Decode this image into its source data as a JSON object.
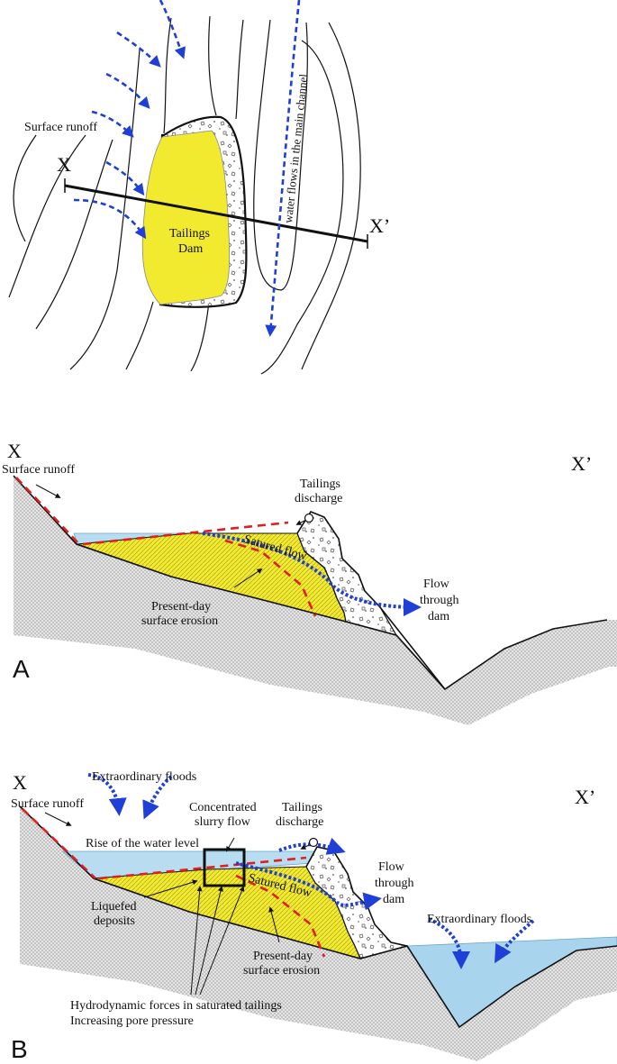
{
  "colors": {
    "tailings": "#f2ea2e",
    "tailings_hatch": "#7a7a10",
    "water": "#b8dcf0",
    "deep_water": "#a8d4ee",
    "ground": "#d9d9d9",
    "flow_blue": "#1f3fd6",
    "failure_red": "#e02020",
    "line": "#111111"
  },
  "icons": {
    "water_arrow": "blue-dashed-arrow-icon",
    "flood_arrow": "blue-dotted-curved-arrow-icon",
    "discharge": "discharge-pipe-icon"
  },
  "map": {
    "label_x": "X",
    "label_x_prime": "X’",
    "surface_runoff": "Surface runoff",
    "dam_line1": "Tailings",
    "dam_line2": "Dam",
    "channel": "water flows in the main channel"
  },
  "section_a": {
    "panel": "A",
    "label_x": "X",
    "label_x_prime": "X’",
    "surface_runoff": "Surface runoff",
    "discharge_line1": "Tailings",
    "discharge_line2": "discharge",
    "satured_flow": "Satured flow",
    "erosion_line1": "Present-day",
    "erosion_line2": "surface erosion",
    "flow_line1": "Flow",
    "flow_line2": "through",
    "flow_line3": "dam"
  },
  "section_b": {
    "panel": "B",
    "label_x": "X",
    "label_x_prime": "X’",
    "extraordinary_floods_left": "Extraordinary floods",
    "surface_runoff": "Surface runoff",
    "concentrated_line1": "Concentrated",
    "concentrated_line2": "slurry flow",
    "discharge_line1": "Tailings",
    "discharge_line2": "discharge",
    "rise_water": "Rise of the water level",
    "flow_line1": "Flow",
    "flow_line2": "through",
    "flow_line3": "dam",
    "satured_flow": "Satured flow",
    "extraordinary_floods_right": "Extraordinary floods",
    "liquefied_line1": "Liquefed",
    "liquefied_line2": "deposits",
    "erosion_line1": "Present-day",
    "erosion_line2": "surface erosion",
    "hydro_line1": "Hydrodynamic forces in saturated tailings",
    "hydro_line2": "Increasing pore pressure"
  }
}
